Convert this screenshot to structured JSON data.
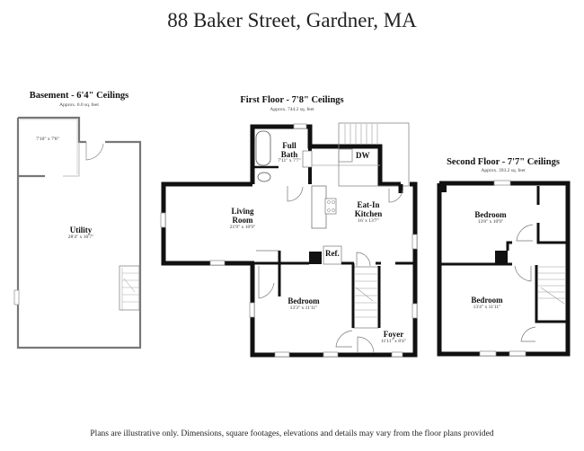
{
  "title": "88 Baker Street, Gardner, MA",
  "footer": "Plans are illustrative only. Dimensions, square footages, elevations and details may vary from the floor plans provided",
  "floors": {
    "basement": {
      "title": "Basement - 6'4\" Ceilings",
      "area": "Approx. 0.0 sq. feet",
      "rooms": {
        "closet": {
          "dim": "7'10\" x 7'8\""
        },
        "utility": {
          "label": "Utility",
          "dim": "28'4\" x 16'7\""
        }
      }
    },
    "first": {
      "title": "First Floor - 7'8\" Ceilings",
      "area": "Approx. 744.2 sq. feet",
      "rooms": {
        "bath": {
          "label_line1": "Full",
          "label_line2": "Bath",
          "dim": "7'11\" x 7'7\""
        },
        "living": {
          "label_line1": "Living",
          "label_line2": "Room",
          "dim": "21'9\" x 10'9\""
        },
        "kitchen": {
          "label_line1": "Eat-In",
          "label_line2": "Kitchen",
          "dim": "16' x 13'7\""
        },
        "bedroom": {
          "label": "Bedroom",
          "dim": "13'3\" x 11'11\""
        },
        "foyer": {
          "label": "Foyer",
          "dim": "11'11\" x 8'4\""
        },
        "dw": {
          "label": "DW"
        },
        "ref": {
          "label": "Ref."
        }
      }
    },
    "second": {
      "title": "Second Floor - 7'7\" Ceilings",
      "area": "Approx. 393.2 sq. feet",
      "rooms": {
        "bedroom1": {
          "label": "Bedroom",
          "dim": "13'8\" x 10'9\""
        },
        "bedroom2": {
          "label": "Bedroom",
          "dim": "13'4\" x 11'11\""
        }
      }
    }
  }
}
